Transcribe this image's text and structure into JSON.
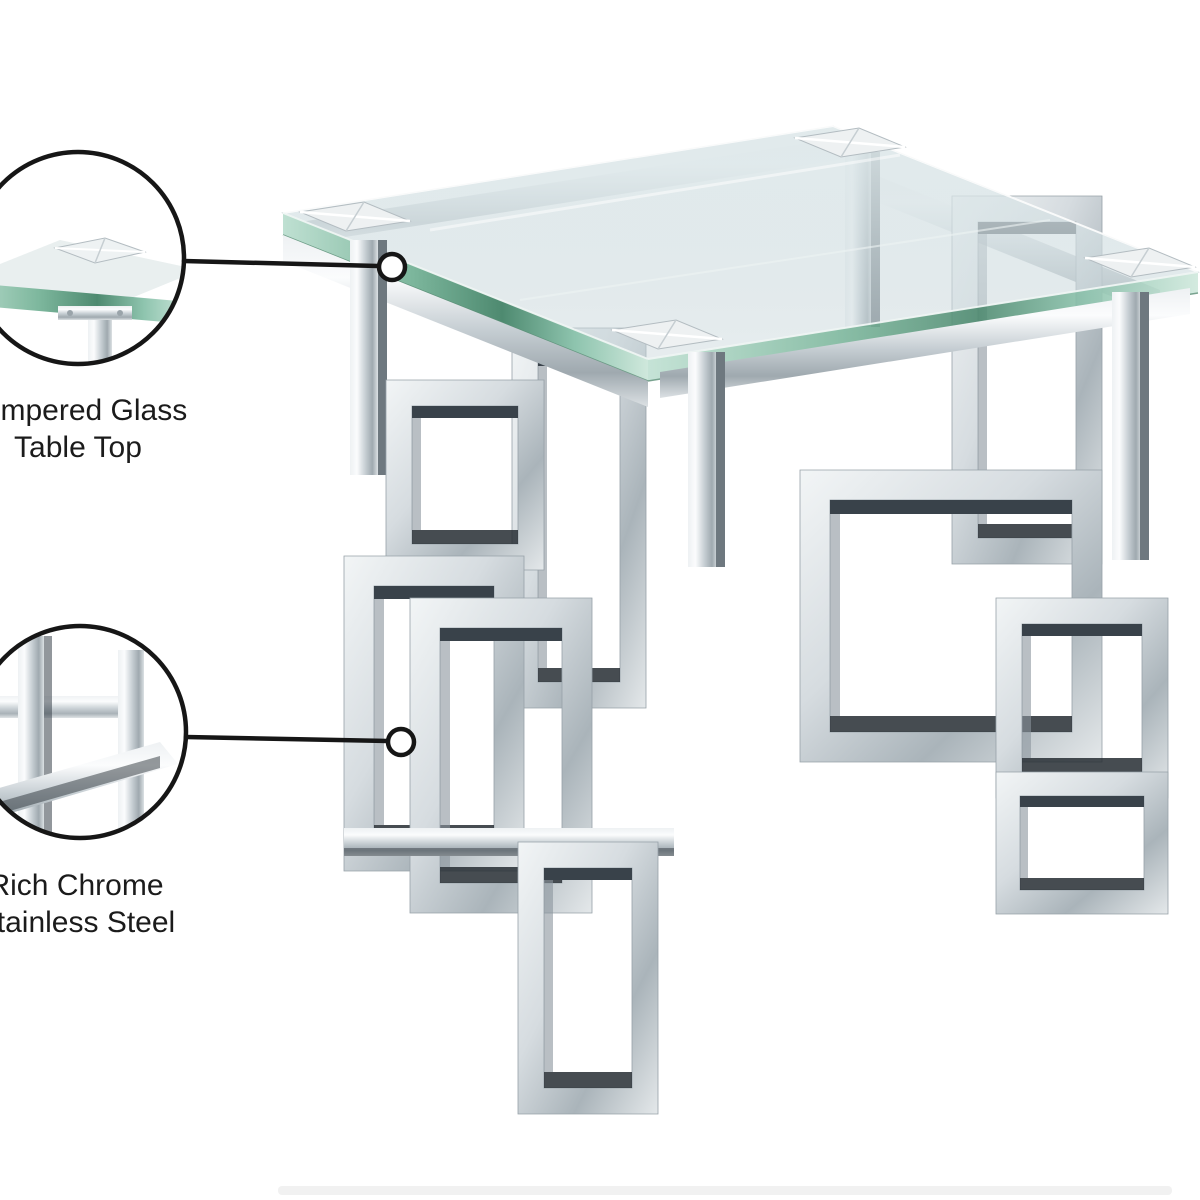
{
  "image": {
    "kind": "product-infographic",
    "background": "#ffffff",
    "subject": "square tempered glass top end table with geometric chrome stainless steel legs"
  },
  "callouts": [
    {
      "id": "tempered-glass",
      "line1": "Tempered Glass",
      "line2": "Table Top"
    },
    {
      "id": "rich-chrome",
      "line1": "Rich Chrome",
      "line2": "Stainless Steel"
    }
  ],
  "icons": {
    "callout_lens": "magnifier-circle",
    "leader_marker": "ring-dot"
  },
  "colors": {
    "annotation_ink": "#161616",
    "label_text": "#1b1b1b",
    "glass_edge_teal": "#4e8a70",
    "chrome_light": "#fbfcfd",
    "chrome_mid": "#aeb7bc",
    "chrome_dark": "#262d33",
    "floor_shadow": "#f1f1f1",
    "background": "#ffffff"
  }
}
